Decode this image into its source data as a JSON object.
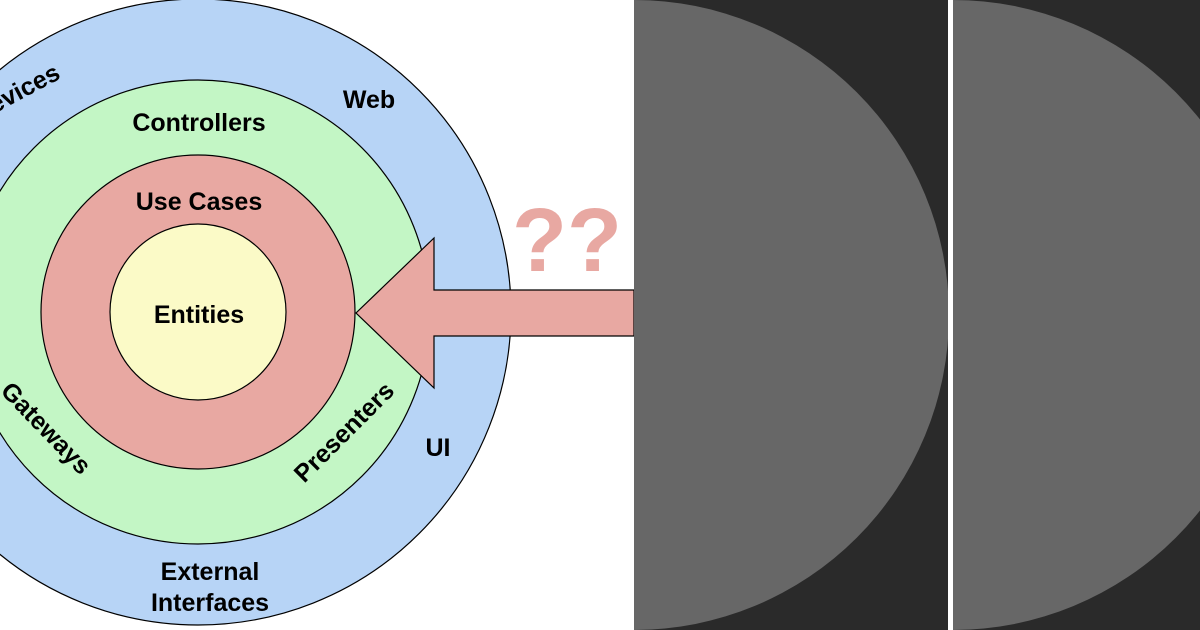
{
  "diagram": {
    "rings": {
      "outer": {
        "color": "#b7d4f6",
        "labels": {
          "devices": "Devices",
          "web": "Web",
          "ui": "UI",
          "external_line1": "External",
          "external_line2": "Interfaces"
        }
      },
      "adapters": {
        "color": "#c3f6c5",
        "labels": {
          "controllers": "Controllers",
          "gateways": "Gateways",
          "presenters": "Presenters"
        }
      },
      "use_cases": {
        "color": "#e8a8a2",
        "label": "Use Cases"
      },
      "entities": {
        "color": "#fbfac7",
        "label": "Entities"
      }
    },
    "arrow": {
      "color": "#e8a8a2"
    },
    "question_marks": {
      "text": "??",
      "color": "#e8a8a2"
    }
  },
  "panels": {
    "background_color": "#2a2a2a",
    "disc_color": "#676767",
    "divider_color": "#ffffff"
  }
}
